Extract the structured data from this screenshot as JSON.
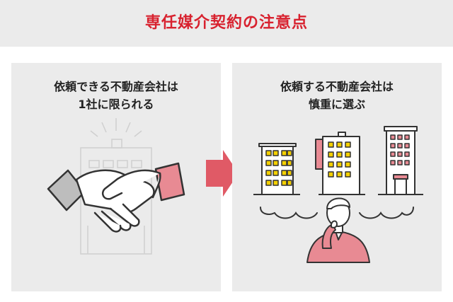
{
  "header": {
    "title": "専任媒介契約の注意点"
  },
  "left_panel": {
    "title_line1": "依頼できる不動産会社は",
    "title_line2": "1社に限られる"
  },
  "right_panel": {
    "title_line1": "依頼する不動産会社は",
    "title_line2": "慎重に選ぶ"
  },
  "colors": {
    "accent": "#d8222f",
    "arrow": "#e05a66",
    "sleeve_pink": "#e88a93",
    "sleeve_gray": "#bdbdbd",
    "window_yellow": "#f4d000",
    "panel_bg": "#ebebeb"
  }
}
